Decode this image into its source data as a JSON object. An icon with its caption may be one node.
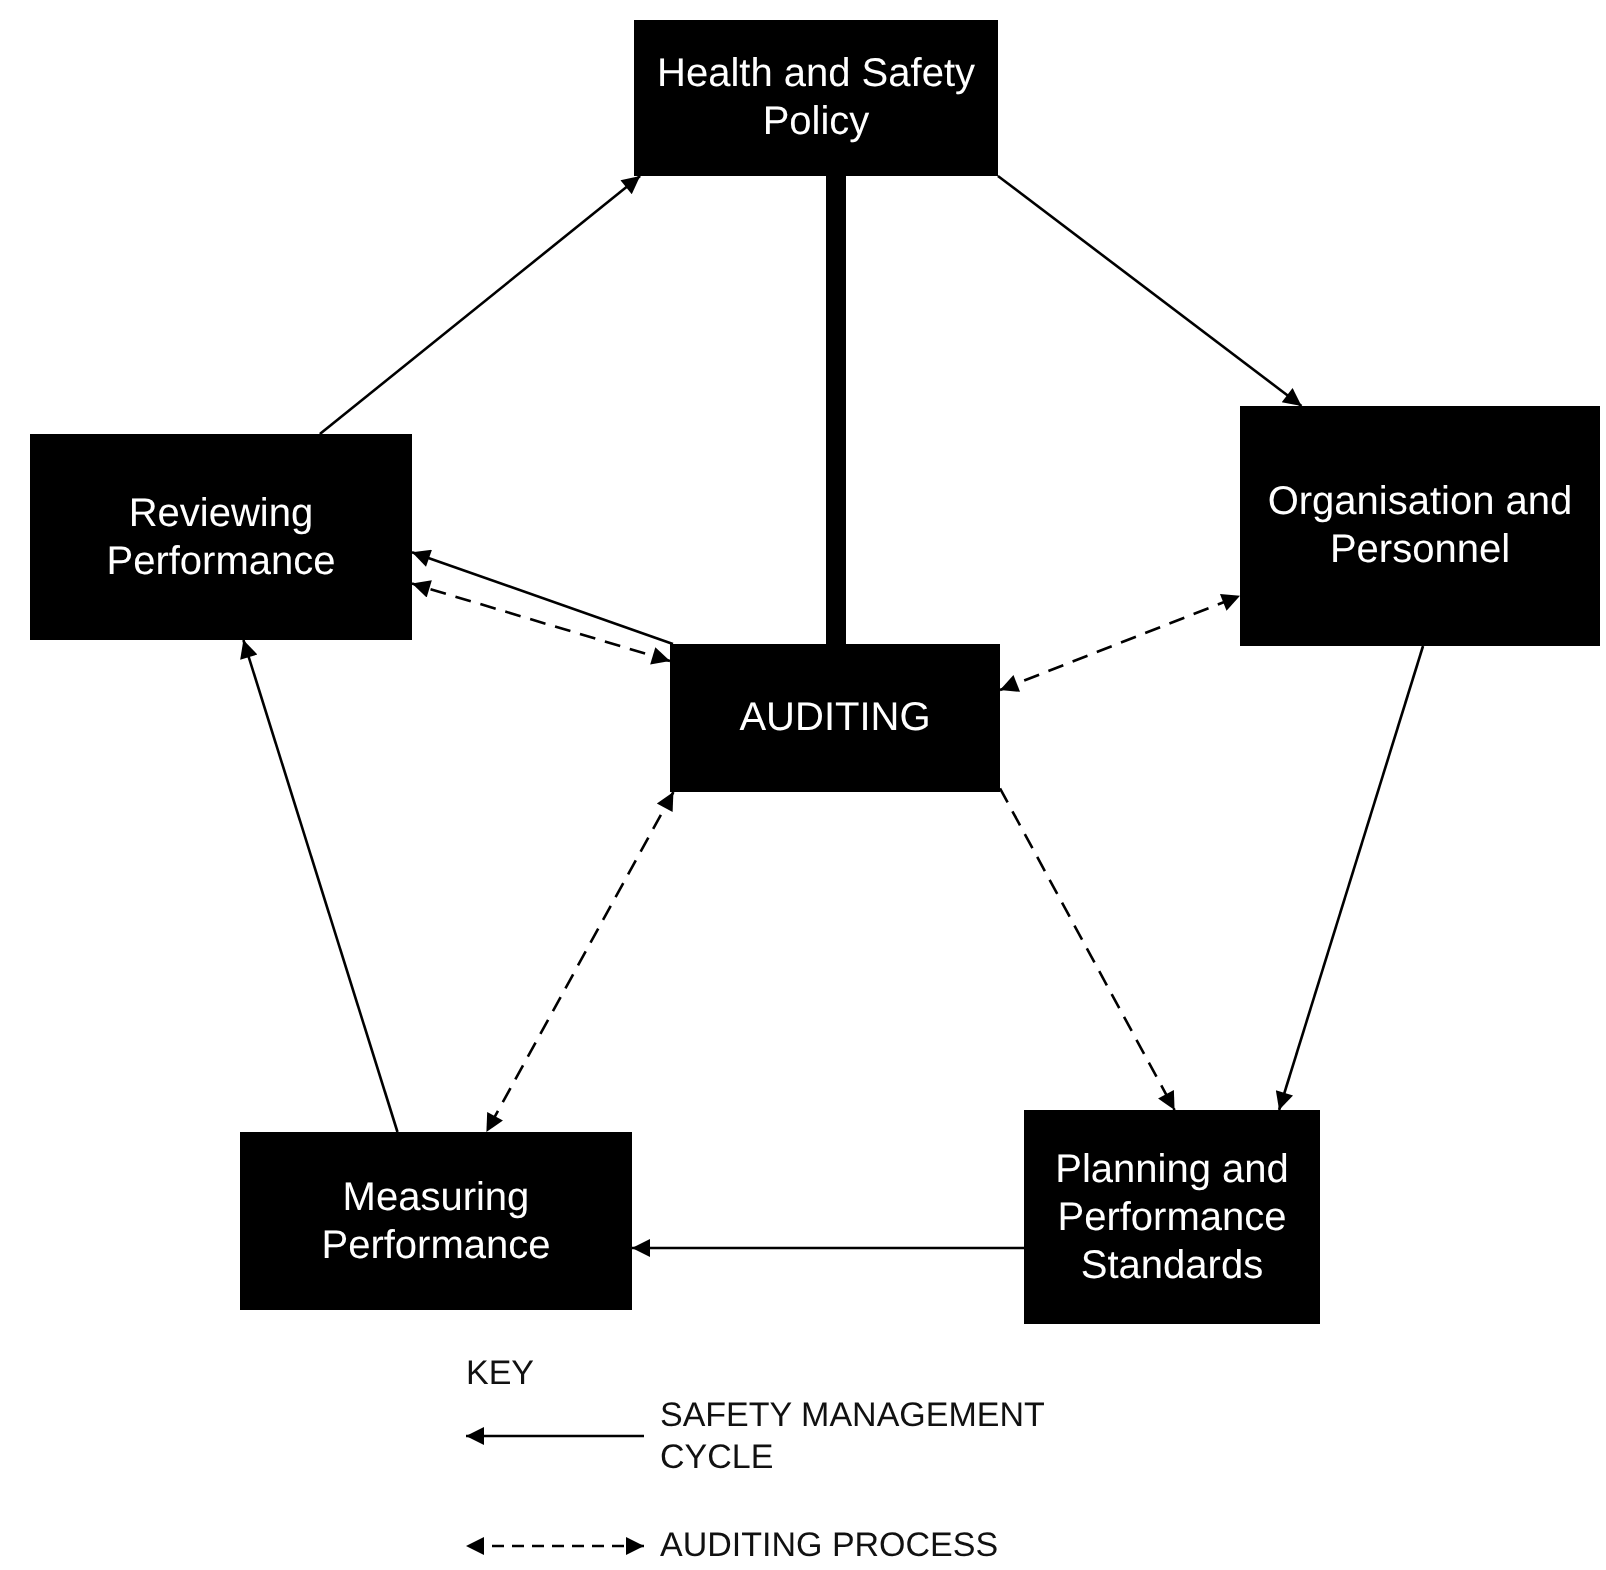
{
  "diagram": {
    "nodes": [
      {
        "text": [
          "Health and Safety Policy"
        ]
      },
      {
        "text": [
          "Reviewing Performance"
        ]
      },
      {
        "text": [
          "Organisation and Personnel"
        ]
      },
      {
        "text": [
          "AUDITING"
        ]
      },
      {
        "text": [
          "Measuring Performance"
        ]
      },
      {
        "text": [
          "Planning and Performance Standards"
        ]
      }
    ],
    "edges": [
      {
        "from": 1,
        "to": 0,
        "arrow": "to"
      },
      {
        "from": 0,
        "to": 2,
        "arrow": "to"
      },
      {
        "from": 2,
        "to": 5,
        "arrow": "to"
      },
      {
        "from": 5,
        "to": 4,
        "arrow": "to"
      },
      {
        "from": 4,
        "to": 1,
        "arrow": "to"
      },
      {
        "from": 3,
        "to": 1,
        "arrow": "to"
      },
      {
        "from": 3,
        "to": 1,
        "arrow": "both",
        "style": "dashed"
      },
      {
        "from": 3,
        "to": 2,
        "arrow": "both",
        "style": "dashed"
      },
      {
        "from": 3,
        "to": 5,
        "arrow": "to",
        "style": "dashed"
      },
      {
        "from": 3,
        "to": 4,
        "arrow": "both",
        "style": "dashed"
      },
      {
        "from": 0,
        "to": 3,
        "arrow": "none",
        "style": "thick"
      }
    ],
    "labels": [
      "KEY"
    ],
    "legend": [
      {
        "text": "SAFETY MANAGEMENT CYCLE"
      },
      {
        "text": "AUDITING PROCESS"
      }
    ]
  }
}
